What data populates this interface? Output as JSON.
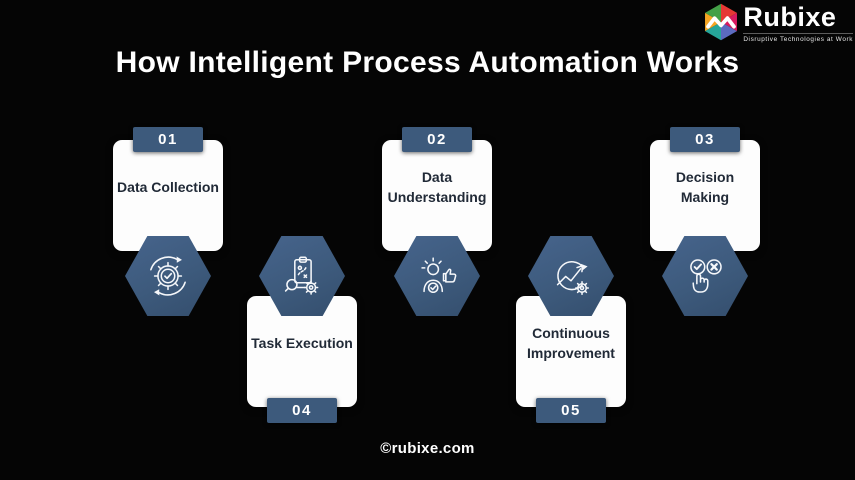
{
  "title": "How Intelligent Process Automation Works",
  "logo": {
    "brand": "Rubixe",
    "tagline": "Disruptive Technologies at Work",
    "icon": "rubixe-cube-icon"
  },
  "steps": [
    {
      "number": "01",
      "label": "Data Collection",
      "position": "top",
      "icon": "gear-check-cycle-icon"
    },
    {
      "number": "04",
      "label": "Task Execution",
      "position": "bottom",
      "icon": "clipboard-search-gear-icon"
    },
    {
      "number": "02",
      "label": "Data Understanding",
      "position": "top",
      "icon": "person-insight-thumbsup-icon"
    },
    {
      "number": "05",
      "label": "Continuous Improvement",
      "position": "bottom",
      "icon": "growth-cycle-gear-icon"
    },
    {
      "number": "03",
      "label": "Decision Making",
      "position": "top",
      "icon": "approve-reject-hand-icon"
    }
  ],
  "footer": {
    "credit": "©rubixe.com"
  },
  "colors": {
    "background": "#050505",
    "accent_blue": "#3d5a7c",
    "card_white": "#fdfdfd",
    "card_text": "#212a37",
    "title_text": "#ffffff"
  }
}
